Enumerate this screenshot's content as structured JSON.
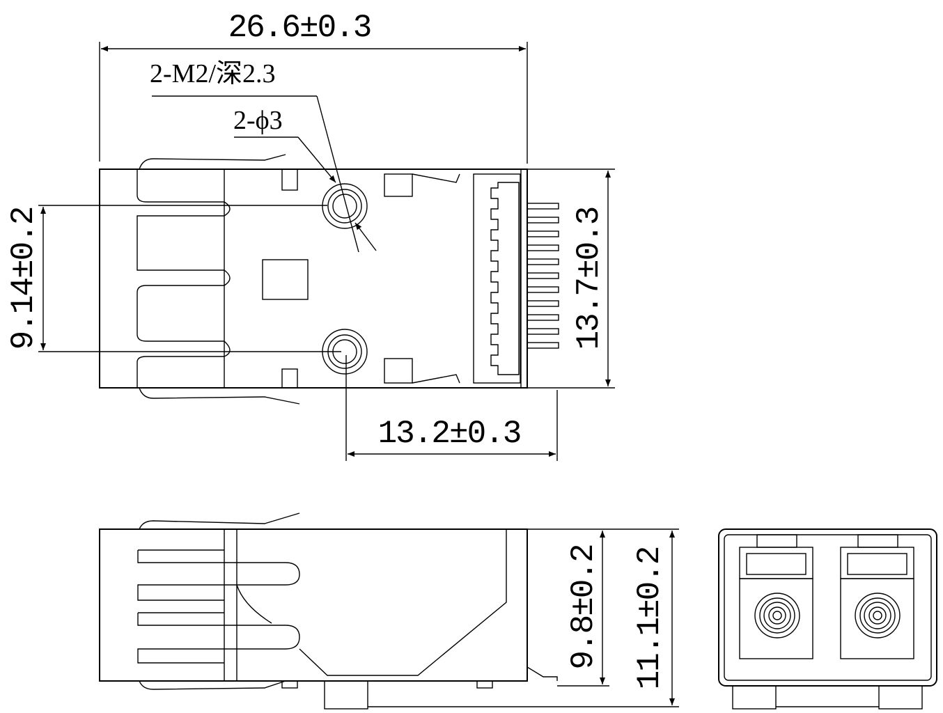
{
  "dimensions": {
    "overall_length": "26.6±0.3",
    "hole_spacing": "9.14±0.2",
    "overall_width": "13.7±0.3",
    "hole_to_pin": "13.2±0.3",
    "body_height": "9.8±0.2",
    "overall_height": "11.1±0.2"
  },
  "callouts": {
    "threaded_holes": "2-M2/深2.3",
    "hole_diameter": "2-ϕ3"
  }
}
